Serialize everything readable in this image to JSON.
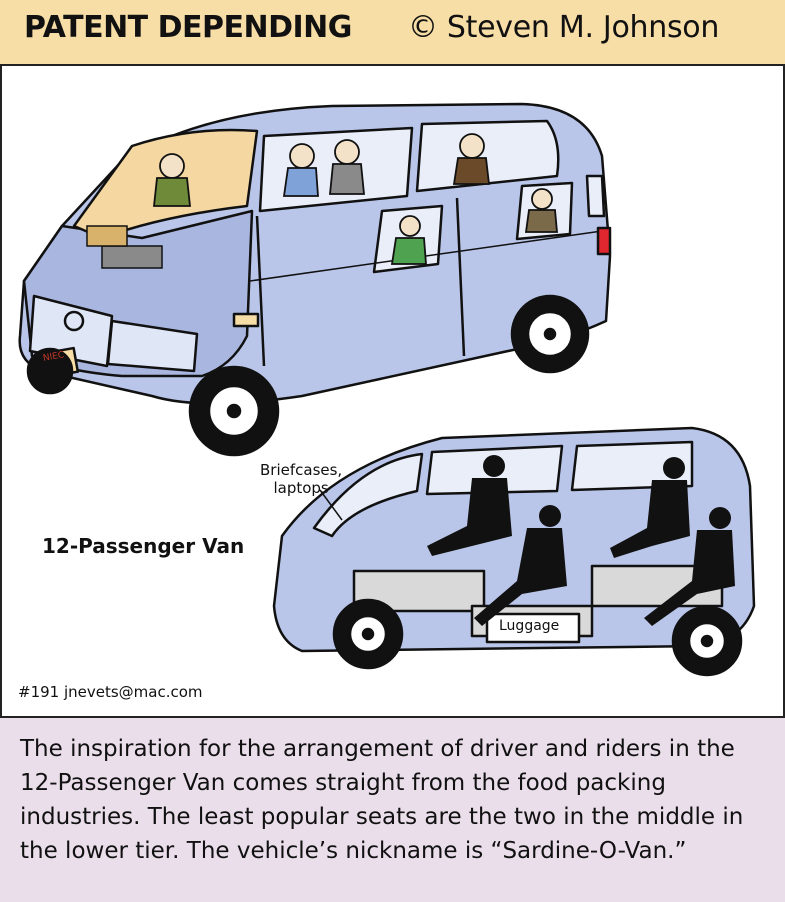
{
  "header": {
    "title": "PATENT DEPENDING",
    "author": "© Steven M. Johnson"
  },
  "panel": {
    "van_label": "12-Passenger Van",
    "briefcases_label_line1": "Briefcases,",
    "briefcases_label_line2": "laptops",
    "luggage_label": "Luggage",
    "credit": "#191  jnevets@mac.com",
    "plate_text": "NIEC"
  },
  "caption": {
    "text": "The inspiration for the arrangement of driver and riders in the 12-Passenger Van comes straight from the food packing industries. The least popular seats are the two in the middle in the lower tier. The vehicle’s nickname is “Sardine-O-Van.”"
  },
  "colors": {
    "header_bg": "#f7dda6",
    "caption_bg": "#eadeea",
    "van_body": "#b9c6ea",
    "van_window": "#e9eef8",
    "interior": "#f4d7a1"
  }
}
